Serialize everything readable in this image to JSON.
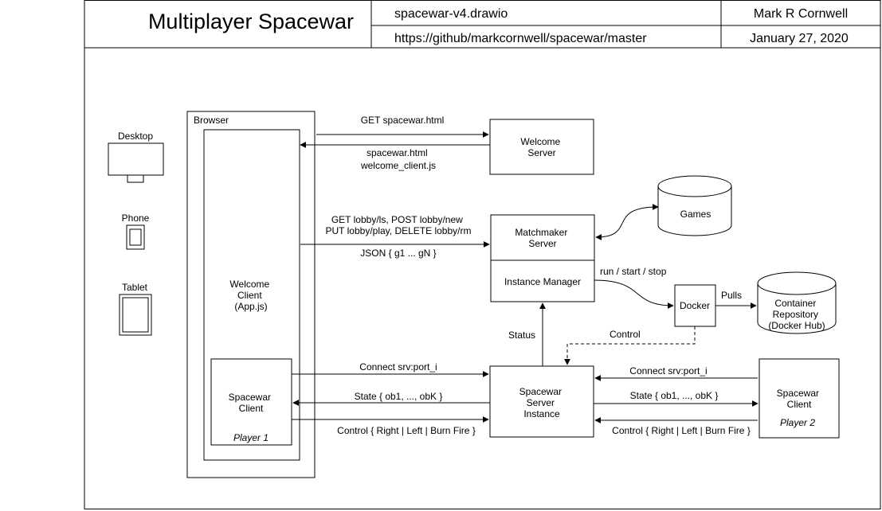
{
  "header": {
    "title": "Multiplayer Spacewar",
    "filename": "spacewar-v4.drawio",
    "url": "https://github/markcornwell/spacewar/master",
    "author": "Mark R Cornwell",
    "date": "January 27, 2020"
  },
  "devices": {
    "desktop": "Desktop",
    "phone": "Phone",
    "tablet": "Tablet"
  },
  "browser": {
    "label": "Browser",
    "welcome_client": [
      "Welcome",
      "Client",
      "(App.js)"
    ],
    "spacewar_client": [
      "Spacewar",
      "Client"
    ],
    "player1": "Player 1"
  },
  "servers": {
    "welcome": [
      "Welcome",
      "Server"
    ],
    "matchmaker": [
      "Matchmaker",
      "Server"
    ],
    "instance_manager": "Instance Manager",
    "games": "Games",
    "docker": "Docker",
    "repository": [
      "Container",
      "Repository",
      "(Docker Hub)"
    ],
    "server_instance": [
      "Spacewar",
      "Server",
      "Instance"
    ]
  },
  "player2_client": {
    "label": [
      "Spacewar",
      "Client"
    ],
    "player": "Player 2"
  },
  "edges": {
    "get_html": "GET spacewar.html",
    "html_resp": [
      "spacewar.html",
      "welcome_client.js"
    ],
    "lobby_req": [
      "GET lobby/ls, POST lobby/new",
      "PUT lobby/play, DELETE lobby/rm"
    ],
    "lobby_resp": "JSON { g1 ... gN }",
    "run_start_stop": "run / start / stop",
    "pulls": "Pulls",
    "status": "Status",
    "control": "Control",
    "connect_left": "Connect  srv:port_i",
    "state_left": "State { ob1, ..., obK }",
    "control_left": "Control { Right | Left | Burn  Fire }",
    "connect_right": "Connect  srv:port_i",
    "state_right": "State { ob1, ..., obK }",
    "control_right": "Control { Right | Left | Burn  Fire }"
  }
}
